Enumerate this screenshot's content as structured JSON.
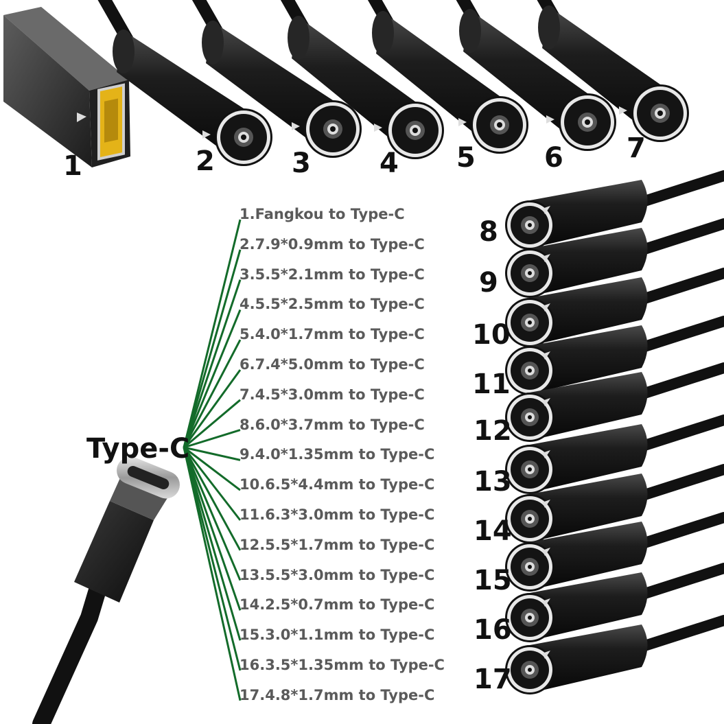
{
  "hub_label": "Type-C",
  "top_numbers": [
    "1",
    "2",
    "3",
    "4",
    "5",
    "6",
    "7"
  ],
  "right_numbers": [
    "8",
    "9",
    "10",
    "11",
    "12",
    "13",
    "14",
    "15",
    "16",
    "17"
  ],
  "list": [
    "1.Fangkou to Type-C",
    "2.7.9*0.9mm to Type-C",
    "3.5.5*2.1mm to Type-C",
    "4.5.5*2.5mm to Type-C",
    "5.4.0*1.7mm to Type-C",
    "6.7.4*5.0mm to Type-C",
    "7.4.5*3.0mm to Type-C",
    "8.6.0*3.7mm to Type-C",
    "9.4.0*1.35mm to Type-C",
    "10.6.5*4.4mm to Type-C",
    "11.6.3*3.0mm to Type-C",
    "12.5.5*1.7mm to Type-C",
    "13.5.5*3.0mm to Type-C",
    "14.2.5*0.7mm to Type-C",
    "15.3.0*1.1mm to Type-C",
    "16.3.5*1.35mm to Type-C",
    "17.4.8*1.7mm to Type-C"
  ],
  "colors": {
    "connector_line": "#136b2a",
    "list_text": "#5a5a5a",
    "number_text": "#111111",
    "fangkou_tip": "#e4b318",
    "connector_body": "#1b1b1b"
  }
}
